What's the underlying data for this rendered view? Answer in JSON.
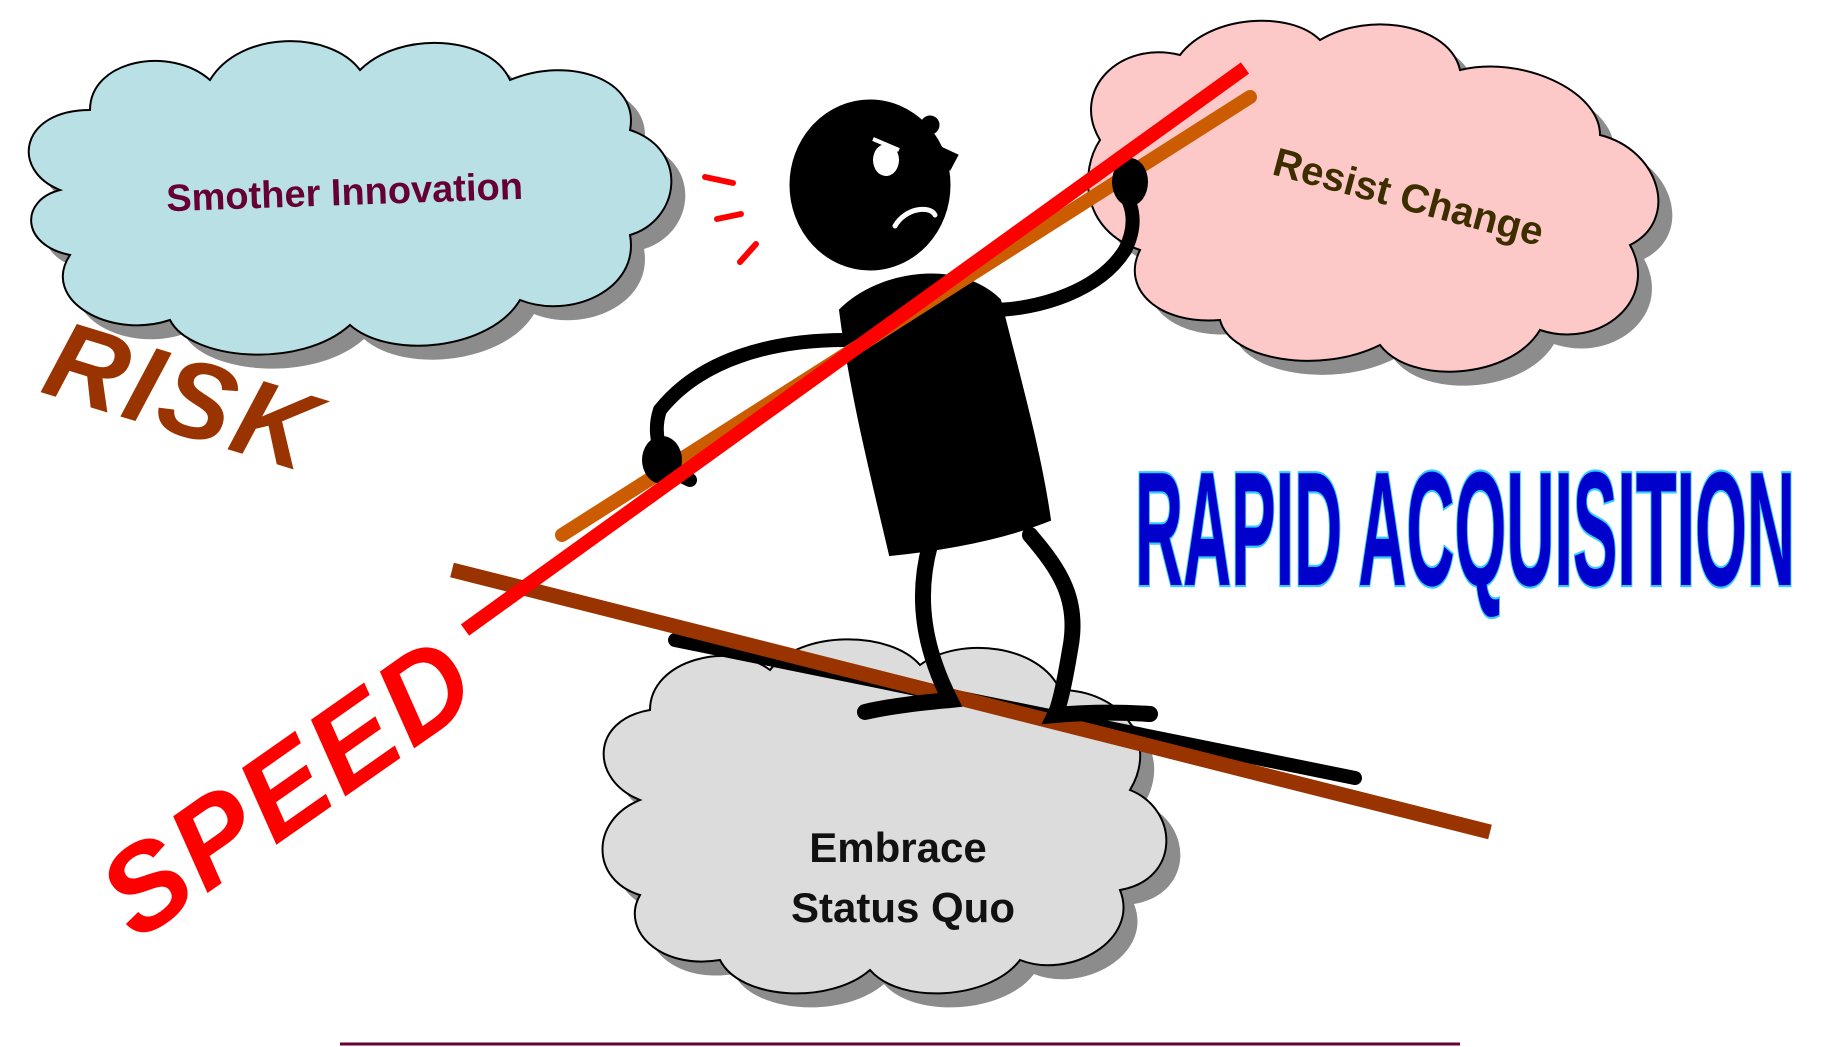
{
  "title": "RAPID ACQUISITION",
  "clouds": {
    "smother": {
      "label": "Smother Innovation",
      "fill": "#b9e0e4",
      "text_color": "#660033"
    },
    "resist": {
      "label": "Resist Change",
      "fill": "#fcc8c8",
      "text_color": "#3d2e00"
    },
    "embrace": {
      "line1": "Embrace",
      "line2": "Status Quo",
      "fill": "#dcdcdc",
      "text_color": "#111111"
    }
  },
  "beams": {
    "risk": {
      "label": "RISK",
      "color": "#993300"
    },
    "speed": {
      "label": "SPEED",
      "color": "#ff0000"
    }
  },
  "colors": {
    "title_fill": "#0000cc",
    "title_outline": "#33ccff",
    "orange_pole": "#cc5c00",
    "figure": "#000000",
    "cloud_shadow": "#8c8c8c",
    "baseline": "#660033"
  }
}
